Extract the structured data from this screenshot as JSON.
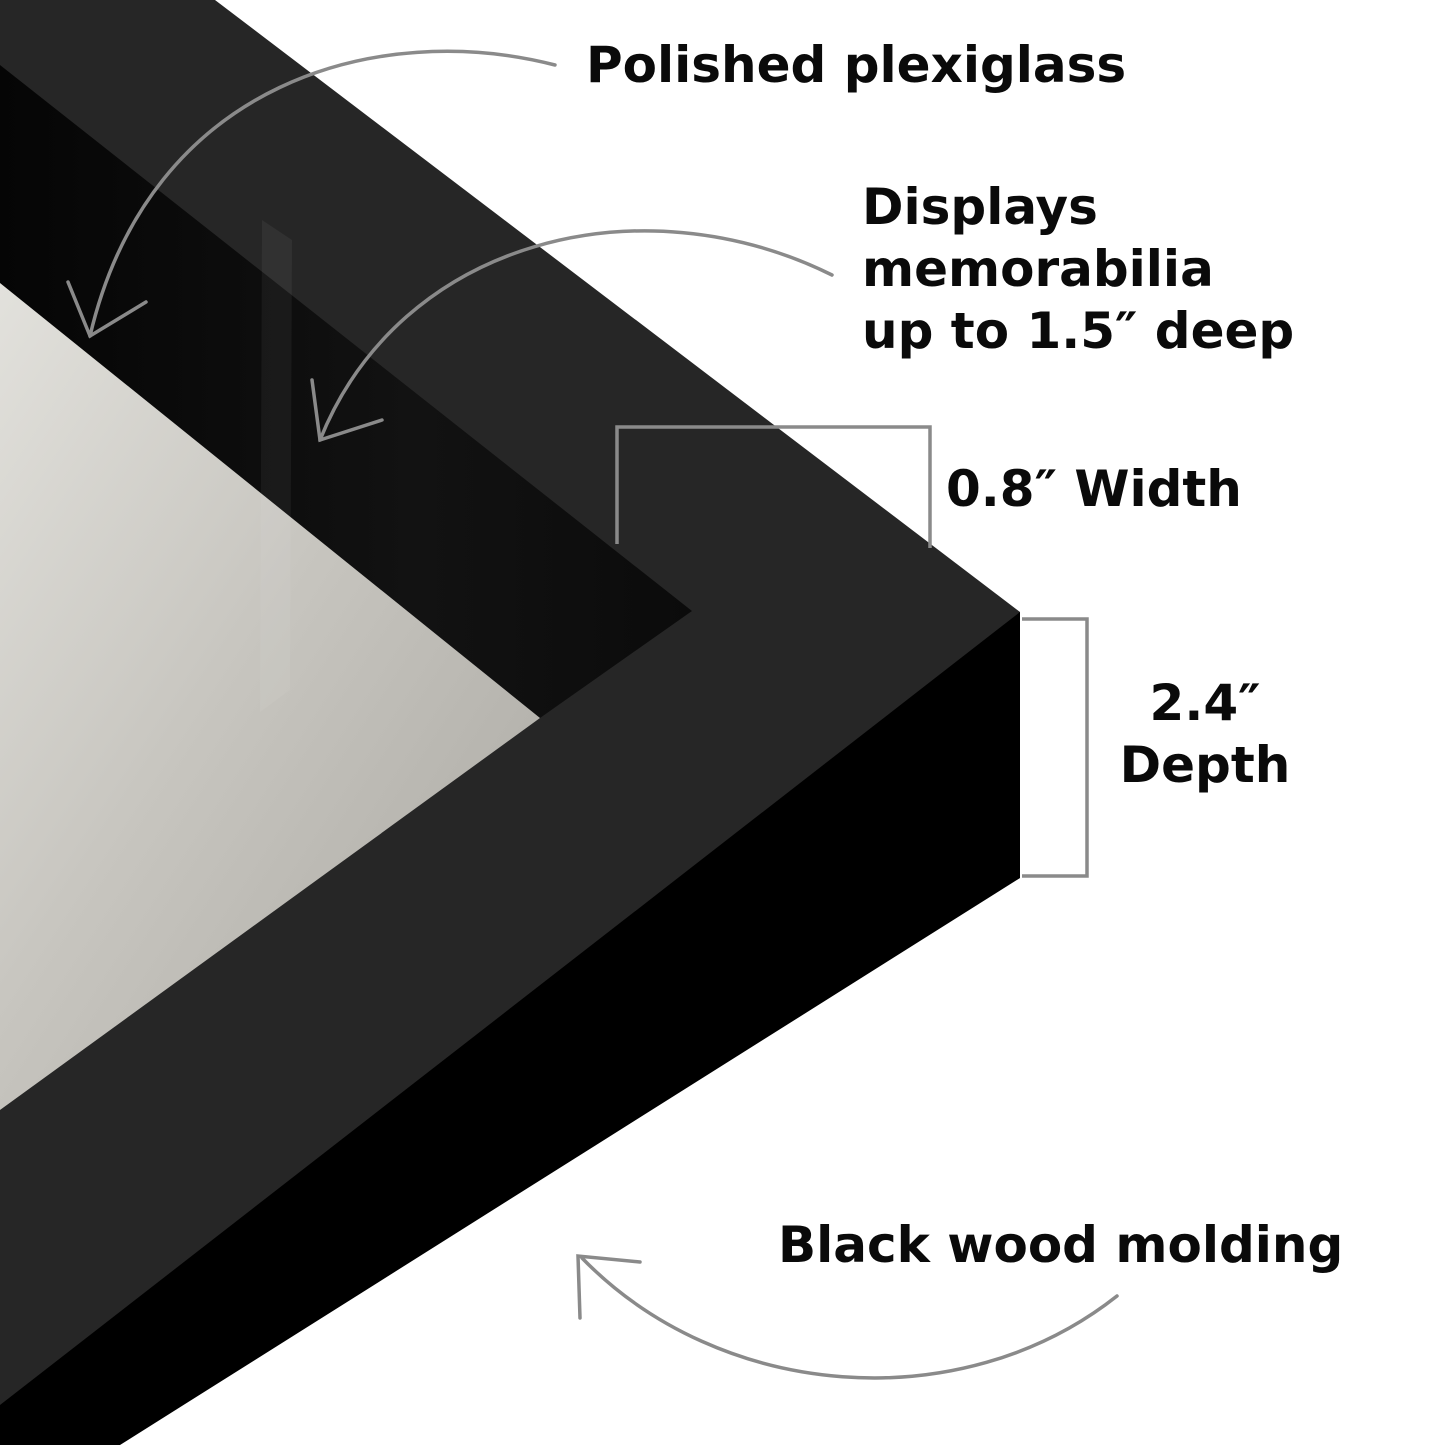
{
  "labels": {
    "plexiglass": "Polished plexiglass",
    "memorabilia": [
      "Displays",
      "memorabilia",
      "up to 1.5″ deep"
    ],
    "width": "0.8″ Width",
    "depth": [
      "2.4″",
      "Depth"
    ],
    "molding": "Black wood molding"
  },
  "colors": {
    "background": "#ffffff",
    "frame_face": "#262626",
    "frame_side": "#000000",
    "inner_lip": "#0e0e0e",
    "backing": "#bcbab4",
    "annotation": "#8a8a8a",
    "text": "#0a0a0a"
  }
}
